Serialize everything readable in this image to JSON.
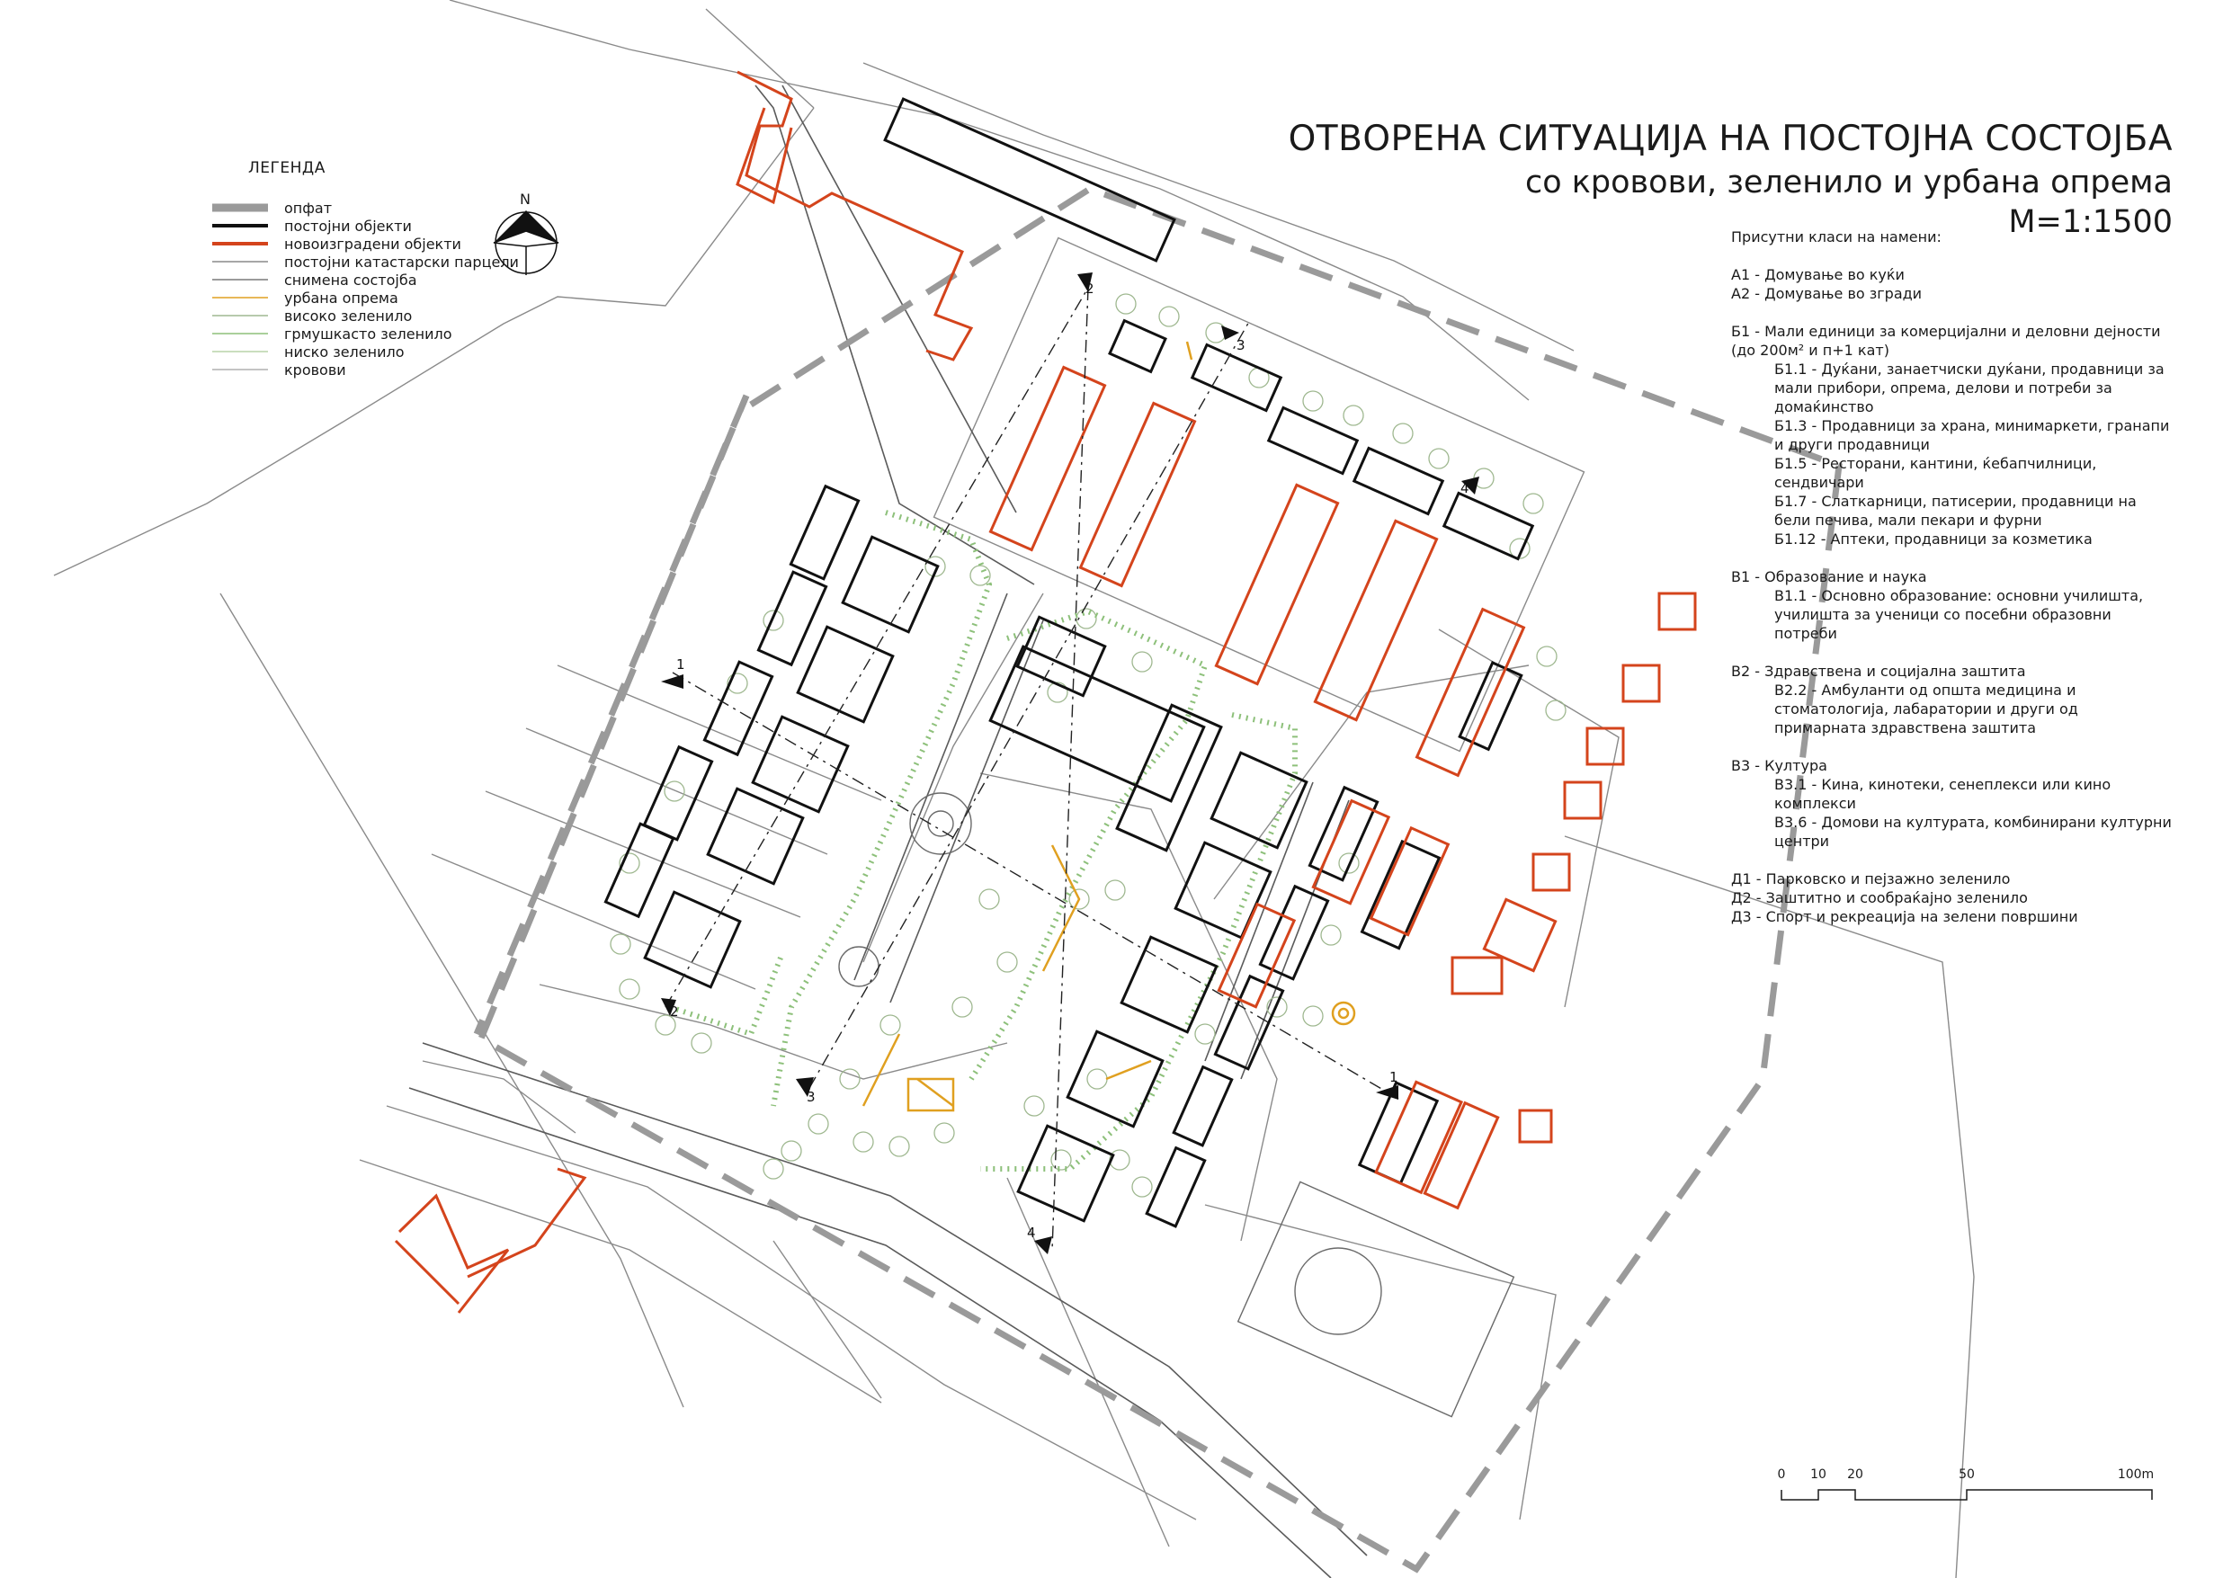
{
  "title": {
    "main": "ОТВОРЕНА СИТУАЦИЈА НА ПОСТОЈНА СОСТОЈБА",
    "sub": "со кровови, зеленило и урбана опрема",
    "scale": "М=1:1500"
  },
  "north_arrow": {
    "label": "N"
  },
  "legend": {
    "title": "ЛЕГЕНДА",
    "items": [
      {
        "label": "опфат",
        "style": "dashed-thick",
        "color": "#9a9a9a"
      },
      {
        "label": "постојни објекти",
        "style": "solid-thick",
        "color": "#111111"
      },
      {
        "label": "новоизградени објекти",
        "style": "solid-thick",
        "color": "#d4441c"
      },
      {
        "label": "постојни катастарски парцели",
        "style": "solid-thin",
        "color": "#8a8a8a"
      },
      {
        "label": "снимена состојба",
        "style": "solid-thin",
        "color": "#7a7a7a"
      },
      {
        "label": "урбана опрема",
        "style": "solid-thin",
        "color": "#e0a020"
      },
      {
        "label": "високо зеленило",
        "style": "solid-thin",
        "color": "#9fb890"
      },
      {
        "label": "грмушкасто зеленило",
        "style": "solid-thin",
        "color": "#8dc07a"
      },
      {
        "label": "ниско зеленило",
        "style": "solid-thin",
        "color": "#b8d4a8"
      },
      {
        "label": "кровови",
        "style": "solid-thin",
        "color": "#b0b0b0"
      }
    ]
  },
  "classes": {
    "heading": "Присутни класи на намени:",
    "groups": [
      {
        "lines": [
          {
            "text": "А1 - Домување во куќи",
            "indent": false
          },
          {
            "text": "А2 - Домување во згради",
            "indent": false
          }
        ]
      },
      {
        "lines": [
          {
            "text": "Б1 - Мали единици за комерцијални и деловни дејности (до 200м² и п+1 кат)",
            "indent": false
          },
          {
            "text": "Б1.1 - Дуќани, занаетчиски дуќани, продавници за мали прибори, опрема, делови и потреби за домаќинство",
            "indent": true
          },
          {
            "text": "Б1.3 - Продавници за храна, минимаркети, гранапи и други продавници",
            "indent": true
          },
          {
            "text": "Б1.5 - Ресторани, кантини, ќебапчилници, сендвичари",
            "indent": true
          },
          {
            "text": "Б1.7 - Слаткарници, патисерии, продавници на бели печива, мали пекари и фурни",
            "indent": true
          },
          {
            "text": "Б1.12 - Аптеки, продавници за козметика",
            "indent": true
          }
        ]
      },
      {
        "lines": [
          {
            "text": "В1 - Образование и наука",
            "indent": false
          },
          {
            "text": "В1.1 - Основно образование: основни училишта, училишта за ученици со посебни образовни потреби",
            "indent": true
          }
        ]
      },
      {
        "lines": [
          {
            "text": "В2 - Здравствена и социјална заштита",
            "indent": false
          },
          {
            "text": "В2.2 - Амбуланти од општа медицина и стоматологија, лабаратории и други од примарната здравствена заштита",
            "indent": true
          }
        ]
      },
      {
        "lines": [
          {
            "text": "В3 - Култура",
            "indent": false
          },
          {
            "text": "В3.1 - Кина, кинотеки, сенеплекси или кино комплекси",
            "indent": true
          },
          {
            "text": "В3.6 - Домови на културата, комбинирани културни центри",
            "indent": true
          }
        ]
      },
      {
        "lines": [
          {
            "text": "Д1 - Парковско и пејзажно зеленило",
            "indent": false
          },
          {
            "text": "Д2 - Заштитно и сообраќајно зеленило",
            "indent": false
          },
          {
            "text": "Д3 - Спорт и рекреација на зелени површини",
            "indent": false
          }
        ]
      }
    ]
  },
  "scalebar": {
    "ticks": [
      "0",
      "10",
      "20",
      "50",
      "100m"
    ]
  },
  "section_markers": [
    "1",
    "1",
    "2",
    "2",
    "3",
    "3",
    "4",
    "4"
  ],
  "colors": {
    "boundary": "#9a9a9a",
    "existing": "#111111",
    "new": "#d4441c",
    "parcels": "#8a8a8a",
    "urban": "#e0a020",
    "trees": "#9fb890",
    "shrubs": "#8dc07a"
  }
}
